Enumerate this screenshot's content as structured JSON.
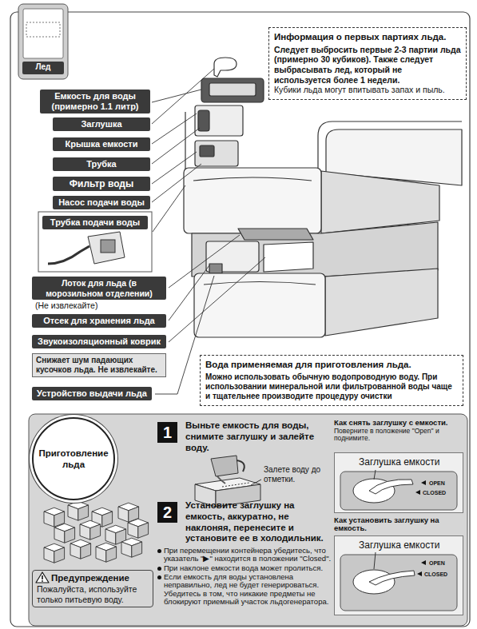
{
  "diagram": {
    "nodes": [
      {
        "text": [
          "Лед"
        ]
      },
      {
        "text": [
          "Информация о первых партиях льда.",
          "Следует выбросить первые 2-3 партии льда (примерно 30 кубиков). Также следует выбрасывать лед, который не используется более 1 недели.",
          "Кубики льда могут впитывать запах и пыль."
        ]
      },
      {
        "text": [
          "Емкость для воды (примерно 1.1 литр)"
        ]
      },
      {
        "text": [
          "Заглушка"
        ]
      },
      {
        "text": [
          "Крышка емкости"
        ]
      },
      {
        "text": [
          "Трубка"
        ]
      },
      {
        "text": [
          "Фильтр воды"
        ]
      },
      {
        "text": [
          "Насос подачи воды"
        ]
      },
      {
        "text": [
          "Трубка подачи воды"
        ]
      },
      {
        "text": [
          "Лоток для льда (в морозильном отделении)"
        ]
      },
      {
        "text": [
          "Отсек для хранения льда"
        ]
      },
      {
        "text": [
          "Звукоизоляционный коврик"
        ]
      },
      {
        "text": [
          "Снижает шум падающих кусочков льда. Не извлекайте."
        ]
      },
      {
        "text": [
          "Вода применяемая для приготовления льда.",
          "Можно использовать обычную водопроводную воду. При использовании минеральной или фильтрованной воды чаще и тщательнее производите процедуру очистки"
        ]
      },
      {
        "text": [
          "Устройство выдачи льда"
        ]
      },
      {
        "text": [
          "Приготовление льда"
        ]
      },
      {
        "text": [
          "1"
        ]
      },
      {
        "text": [
          "2"
        ]
      },
      {
        "text": [
          "Предупреждение",
          "Пожалуйста, используйте только питьевую воду."
        ]
      },
      {
        "text": [
          "Заглушка емкости",
          "OPEN",
          "CLOSED"
        ]
      },
      {
        "text": [
          "Заглушка емкости",
          "OPEN",
          "CLOSED"
        ]
      }
    ],
    "labels": [
      "(Не извлекайте)",
      "Выньте емкость для воды, снимите заглушку и залейте воду.",
      "Залете воду до отметки.",
      "Установите заглушку на емкость, аккуратно, не наклоняя, перенесите и установите ее в холодильник.",
      "При перемещении контейнера убедитесь, что указатель \"▶\" находится в положении \"Closed\".",
      "При наклоне емкости вода может пролиться.",
      "Если емкость для воды установлена неправильно, лед не будет генерироваться. Убедитесь в том, что никакие предметы не блокируют приемный участок льдогенератора.",
      "Как снять заглушку с емкости.",
      "Поверните в положение \"Open\" и поднимите.",
      "Как установить заглушку на емкость."
    ]
  }
}
